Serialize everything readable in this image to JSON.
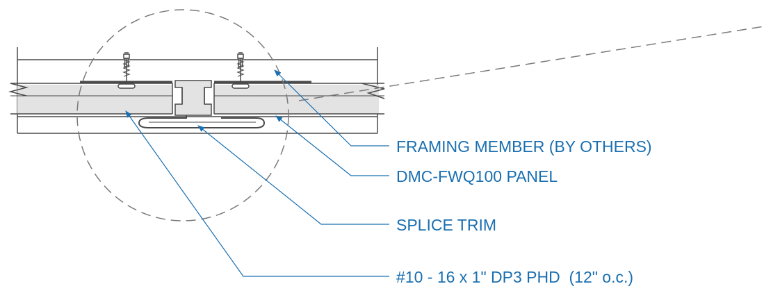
{
  "colors": {
    "background": "#ffffff",
    "linework": "#4a4a4a",
    "panel_fill": "#e3e3e3",
    "dashed_circle": "#7a7a7a",
    "callout": "#1a6fb0"
  },
  "callouts": {
    "framing": "FRAMING MEMBER (BY OTHERS)",
    "panel": "DMC-FWQ100 PANEL",
    "splice": "SPLICE TRIM",
    "fastener": "#10 - 16 x 1\" DP3 PHD  (12\" o.c.)"
  },
  "icons": {
    "fastener": "self-drilling-screw-icon",
    "detail_circle": "dashed-detail-circle"
  }
}
